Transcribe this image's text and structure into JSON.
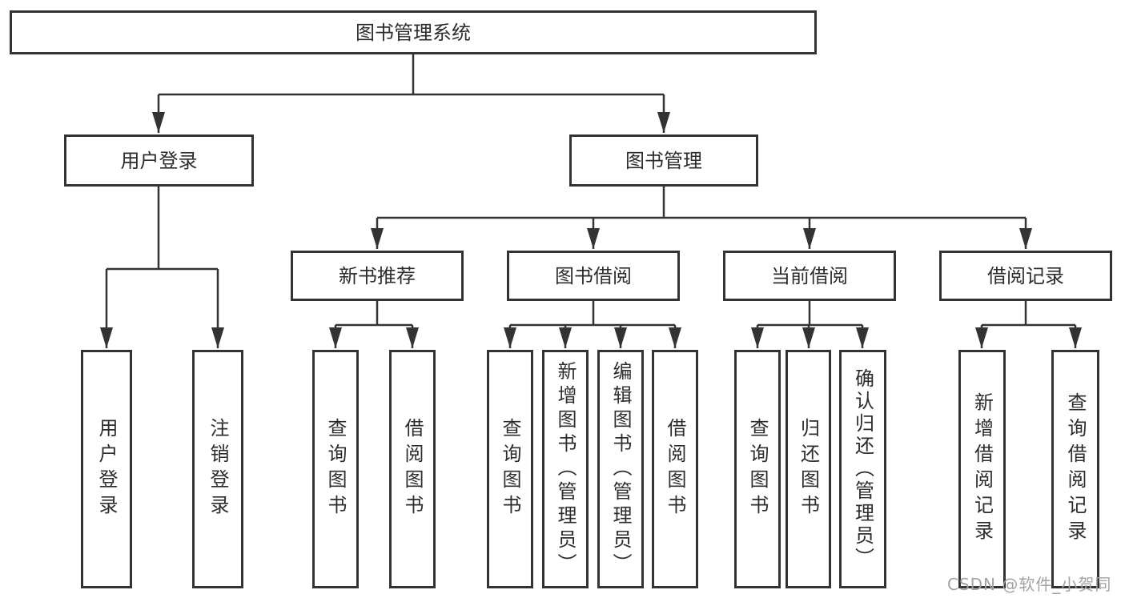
{
  "colors": {
    "line": "#333333",
    "border": "#333333",
    "text": "#2d2d2d",
    "watermark": "#a3a3a3",
    "background": "#ffffff"
  },
  "tree": {
    "root": {
      "label": "图书管理系统"
    },
    "login": {
      "label": "用户登录",
      "children": [
        {
          "label": "用户登录"
        },
        {
          "label": "注销登录"
        }
      ]
    },
    "mgmt": {
      "label": "图书管理",
      "groups": [
        {
          "label": "新书推荐",
          "children": [
            {
              "label": "查询图书"
            },
            {
              "label": "借阅图书"
            }
          ]
        },
        {
          "label": "图书借阅",
          "children": [
            {
              "label": "查询图书"
            },
            {
              "label": "新增图书（管理员）"
            },
            {
              "label": "编辑图书（管理员）"
            },
            {
              "label": "借阅图书"
            }
          ]
        },
        {
          "label": "当前借阅",
          "children": [
            {
              "label": "查询图书"
            },
            {
              "label": "归还图书"
            },
            {
              "label": "确认归还（管理员）"
            }
          ]
        },
        {
          "label": "借阅记录",
          "children": [
            {
              "label": "新增借阅记录"
            },
            {
              "label": "查询借阅记录"
            }
          ]
        }
      ]
    }
  },
  "watermark": {
    "text": "CSDN @软件_小贺同学"
  }
}
